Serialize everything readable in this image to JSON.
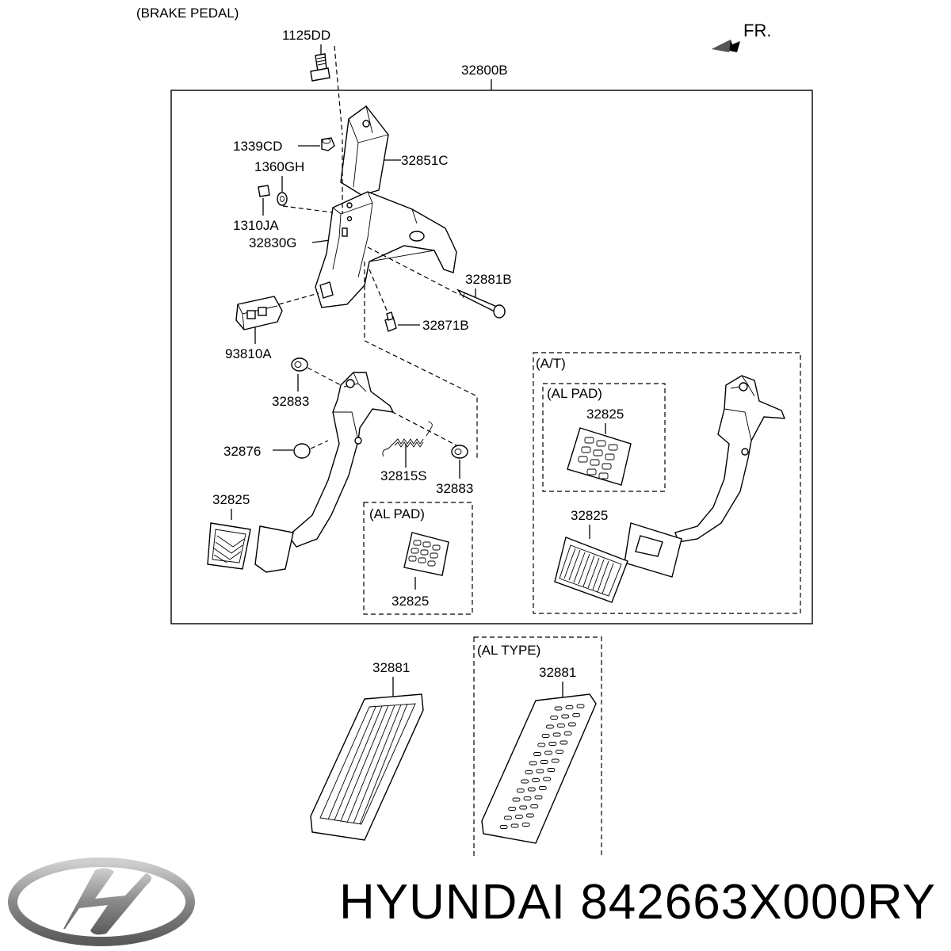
{
  "header": {
    "title": "(BRAKE PEDAL)",
    "direction": "FR."
  },
  "parts": {
    "p1125DD": "1125DD",
    "p32800B": "32800B",
    "p1339CD": "1339CD",
    "p32851C": "32851C",
    "p1360GH": "1360GH",
    "p1310JA": "1310JA",
    "p32830G": "32830G",
    "p32881B": "32881B",
    "p32871B": "32871B",
    "p93810A": "93810A",
    "p32883a": "32883",
    "p32876": "32876",
    "p32815S": "32815S",
    "p32883b": "32883",
    "p32825a": "32825",
    "p32825b": "32825",
    "p32825c": "32825",
    "p32825d": "32825",
    "p32881a": "32881",
    "p32881b": "32881"
  },
  "boxes": {
    "al_pad_left": "(AL PAD)",
    "at": "(A/T)",
    "al_pad_right": "(AL PAD)",
    "al_type": "(AL TYPE)"
  },
  "brand": {
    "name": "HYUNDAI",
    "part_number": "842663X000RY",
    "logo_icon": "hyundai-logo-icon"
  }
}
